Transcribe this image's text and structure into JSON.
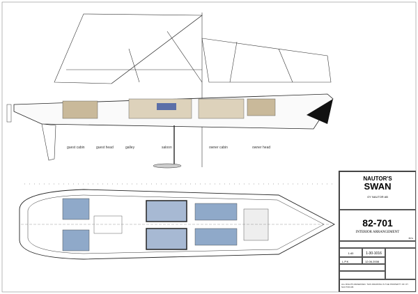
{
  "drawing": {
    "room_labels": [
      "guest cabin",
      "guest head",
      "galley",
      "saloon",
      "owner cabin",
      "owner head"
    ]
  },
  "title_block": {
    "brand_line1": "NAUTOR'S",
    "brand_line2": "SWAN",
    "company": "OY NAUTOR AB",
    "drawing_number": "82-701",
    "drawing_title": "INTERIOR ARRANGEMENT",
    "revision": "BYG",
    "scale": "1:40",
    "drawing_code": "1-30-1016",
    "drawn_by": "L.P.K",
    "date": "12.06.2008",
    "rights_notice": "ALL RIGHTS RESERVED. THIS DRAWING IS THE PROPERTY OF OY NAUTOR AB."
  },
  "colors": {
    "accent": "#8fa9c9",
    "wood": "#c9b99a",
    "line": "#222222"
  }
}
